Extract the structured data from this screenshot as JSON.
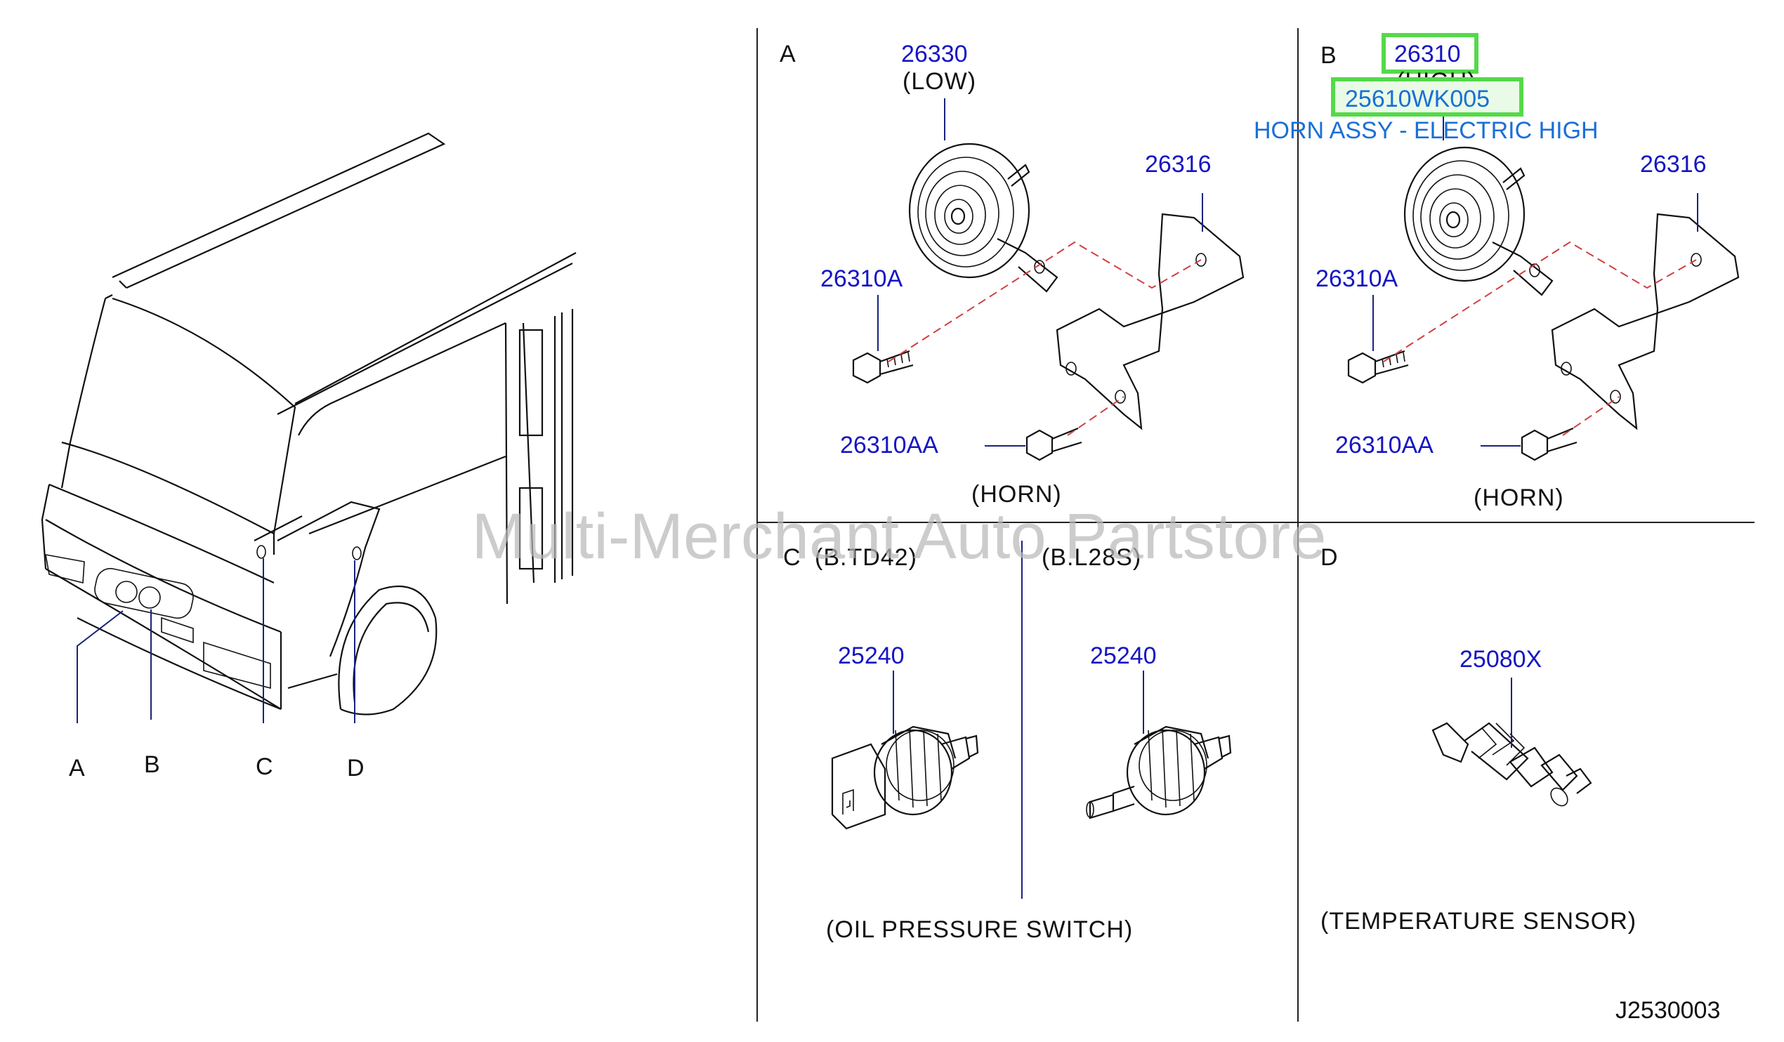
{
  "watermark": "Multi-Merchant Auto Partstore",
  "diagram_code": "J2530003",
  "vehicle_callouts": [
    "A",
    "B",
    "C",
    "D"
  ],
  "section_a": {
    "letter": "A",
    "horn_part": "26330",
    "horn_type": "(LOW)",
    "bracket_part": "26316",
    "bolt_part": "26310A",
    "bolt2_part": "26310AA",
    "caption": "(HORN)"
  },
  "section_b": {
    "letter": "B",
    "horn_part": "26310",
    "horn_type": "(HIGH)",
    "oem_part": "25610WK005",
    "description": "HORN ASSY - ELECTRIC HIGH",
    "bracket_part": "26316",
    "bolt_part": "26310A",
    "bolt2_part": "26310AA",
    "caption": "(HORN)"
  },
  "section_c": {
    "letter": "C",
    "variant_1": "(B.TD42)",
    "variant_2": "(B.L28S)",
    "switch_part_1": "25240",
    "switch_part_2": "25240",
    "caption": "(OIL  PRESSURE  SWITCH)"
  },
  "section_d": {
    "letter": "D",
    "sensor_part": "25080X",
    "caption": "(TEMPERATURE  SENSOR)"
  },
  "colors": {
    "part_number": "#1515c4",
    "description": "#1a6fd6",
    "highlight": "#55d94a",
    "dashed_axis": "#d04040"
  }
}
